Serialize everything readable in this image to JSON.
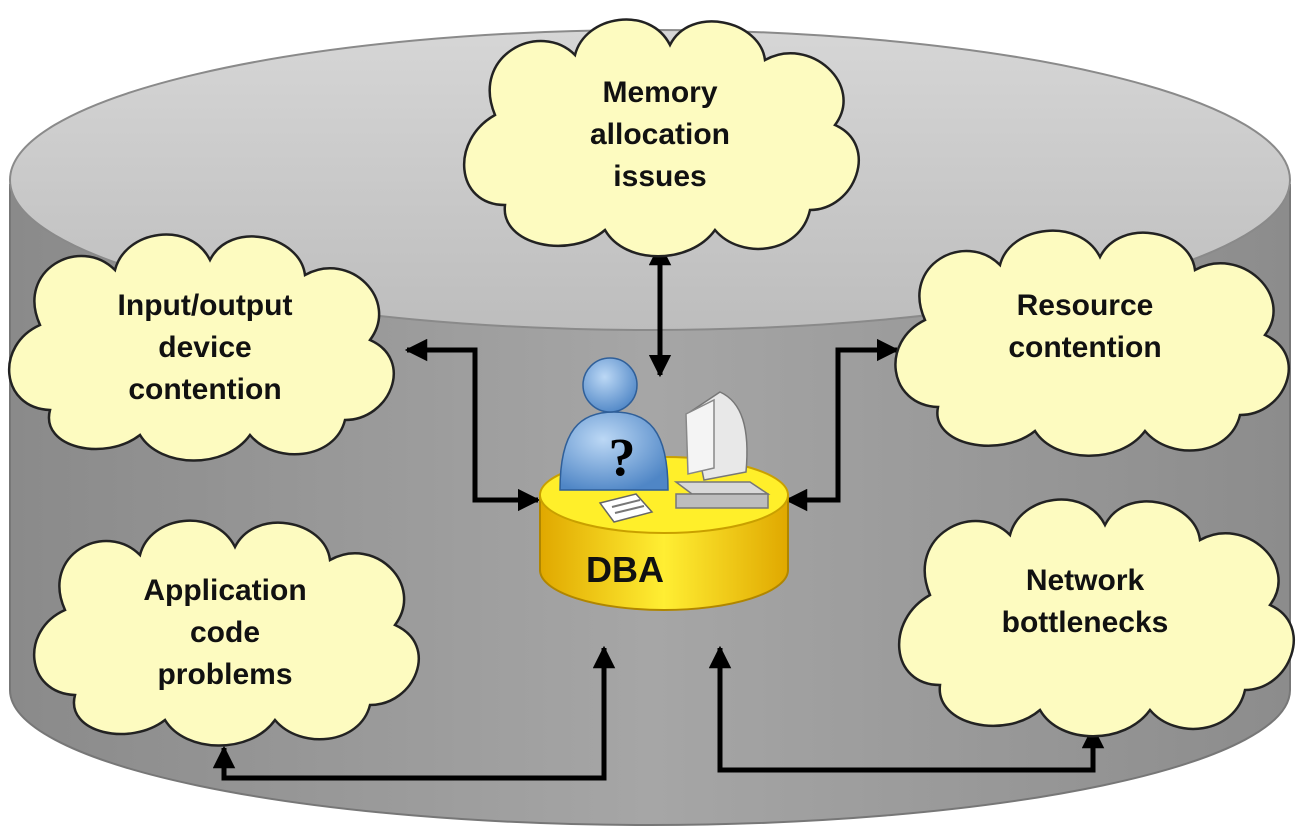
{
  "colors": {
    "cylinder_top": "#c8c8c8",
    "cylinder_body": "#9e9e9e",
    "cloud_fill": "#fdfbc0",
    "dba_disk": "#ffe000",
    "arrow": "#000000"
  },
  "hub": {
    "label": "DBA",
    "icons": [
      "person-icon",
      "question-mark-icon",
      "computer-icon",
      "document-icon"
    ],
    "question_mark": "?"
  },
  "issues": {
    "memory": {
      "lines": [
        "Memory",
        "allocation",
        "issues"
      ]
    },
    "io": {
      "lines": [
        "Input/output",
        "device",
        "contention"
      ]
    },
    "resource": {
      "lines": [
        "Resource",
        "contention"
      ]
    },
    "application": {
      "lines": [
        "Application",
        "code",
        "problems"
      ]
    },
    "network": {
      "lines": [
        "Network",
        "bottlenecks"
      ]
    }
  }
}
